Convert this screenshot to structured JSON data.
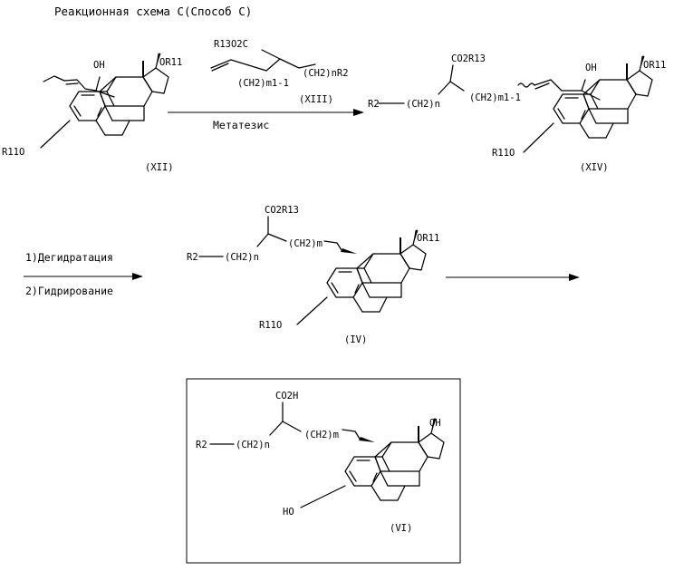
{
  "title": "Реакционная схема C(Способ C)",
  "step1": {
    "reagent_label": "(XIII)",
    "reagent_ester": "R13O2C",
    "reagent_chain_m": "(CH2)m1-1",
    "reagent_chain_n": "(CH2)nR2",
    "condition": "Метатезис"
  },
  "step2": {
    "condition_1": "1)Дегидратация",
    "condition_2": "2)Гидрирование"
  },
  "compounds": [
    {
      "label": "(XII)",
      "oh": "OH",
      "or11_top": "OR11",
      "or11_left": "R11O"
    },
    {
      "label": "(XIV)",
      "ester": "CO2R13",
      "oh": "OH",
      "or11_top": "OR11",
      "or11_left": "R11O",
      "chain_n": "(CH2)n",
      "chain_m": "(CH2)m1-1",
      "r2": "R2"
    },
    {
      "label": "(IV)",
      "ester": "CO2R13",
      "or11_top": "OR11",
      "or11_left": "R11O",
      "chain_n": "(CH2)n",
      "chain_m": "(CH2)m",
      "r2": "R2"
    },
    {
      "label": "(VI)",
      "acid": "CO2H",
      "oh_top": "OH",
      "oh_left": "HO",
      "chain_n": "(CH2)n",
      "chain_m": "(CH2)m",
      "r2": "R2"
    }
  ]
}
